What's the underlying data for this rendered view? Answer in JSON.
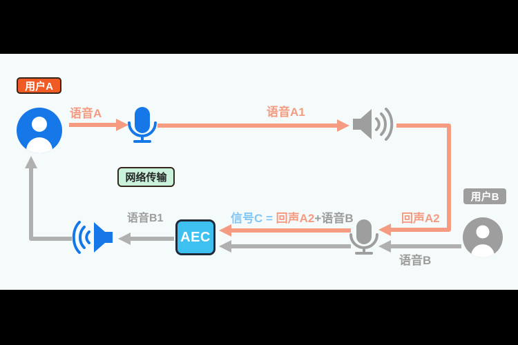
{
  "colors": {
    "letterbox": "#000000",
    "background": "#F5FAFA",
    "salmon": "#F49B82",
    "blue": "#1677E8",
    "gray_icon": "#9E9E9E",
    "gray_line": "#B0B0B0",
    "gray_text": "#9C9C9C",
    "cyan": "#3EC1F0",
    "mint": "#C9F1DC",
    "orange": "#F05A24",
    "light_blue": "#85C6F2",
    "border_dark": "#32251A",
    "aec_border": "#1E2A38"
  },
  "nodes": {
    "user_a": {
      "label": "用户A"
    },
    "user_b": {
      "label": "用户B"
    },
    "network": {
      "label": "网络传输"
    },
    "aec": {
      "label": "AEC"
    }
  },
  "flows": {
    "voice_a": "语音A",
    "voice_a1": "语音A1",
    "echo_a2": "回声A2",
    "voice_b": "语音B",
    "voice_b1": "语音B1",
    "signal_c": [
      {
        "text": "信号C = ",
        "color": "light_blue"
      },
      {
        "text": "回声A2",
        "color": "salmon"
      },
      {
        "text": "+语音B",
        "color": "gray_text"
      }
    ]
  },
  "icons": {
    "avatar_a": "person-icon",
    "avatar_b": "person-icon",
    "mic_top": "microphone-icon",
    "mic_bottom": "microphone-icon",
    "speaker_top": "speaker-icon",
    "speaker_bottom": "speaker-icon"
  }
}
